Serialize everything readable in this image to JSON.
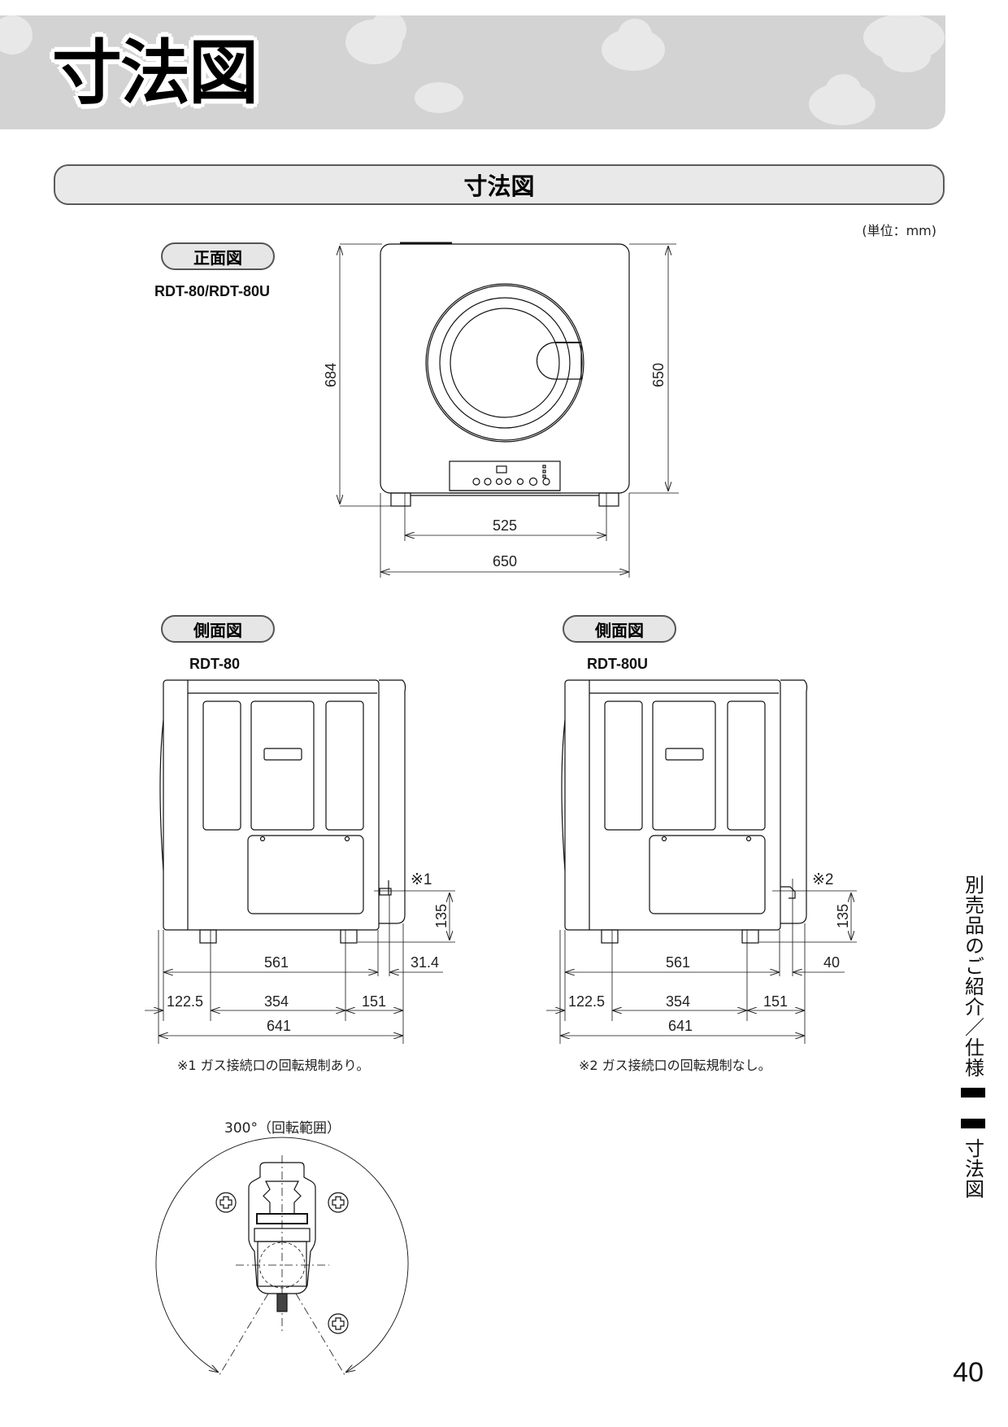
{
  "header": {
    "title": "寸法図",
    "band_color": "#d3d3d3",
    "cloud_color": "#e8e8e8"
  },
  "section": {
    "title": "寸法図",
    "unit_note": "(単位：mm)"
  },
  "front_view": {
    "label": "正面図",
    "model": "RDT-80/RDT-80U",
    "dimensions": {
      "total_height": "684",
      "body_height": "650",
      "leg_span": "525",
      "width": "650"
    }
  },
  "side_views": [
    {
      "label": "側面図",
      "model": "RDT-80",
      "marker": "※1",
      "dimensions": {
        "gas_height": "135",
        "body_depth": "561",
        "gas_offset": "31.4",
        "front_to_leg": "122.5",
        "leg_span": "354",
        "leg_to_back": "151",
        "total_depth": "641"
      },
      "footnote": "※1 ガス接続口の回転規制あり。"
    },
    {
      "label": "側面図",
      "model": "RDT-80U",
      "marker": "※2",
      "dimensions": {
        "gas_height": "135",
        "body_depth": "561",
        "gas_offset": "40",
        "front_to_leg": "122.5",
        "leg_span": "354",
        "leg_to_back": "151",
        "total_depth": "641"
      },
      "footnote": "※2 ガス接続口の回転規制なし。"
    }
  ],
  "rotation_diagram": {
    "caption": "300°（回転範囲）"
  },
  "side_tab": {
    "section_label": "別売品のご紹介／仕様",
    "page_label": "寸法図"
  },
  "page_number": "40"
}
